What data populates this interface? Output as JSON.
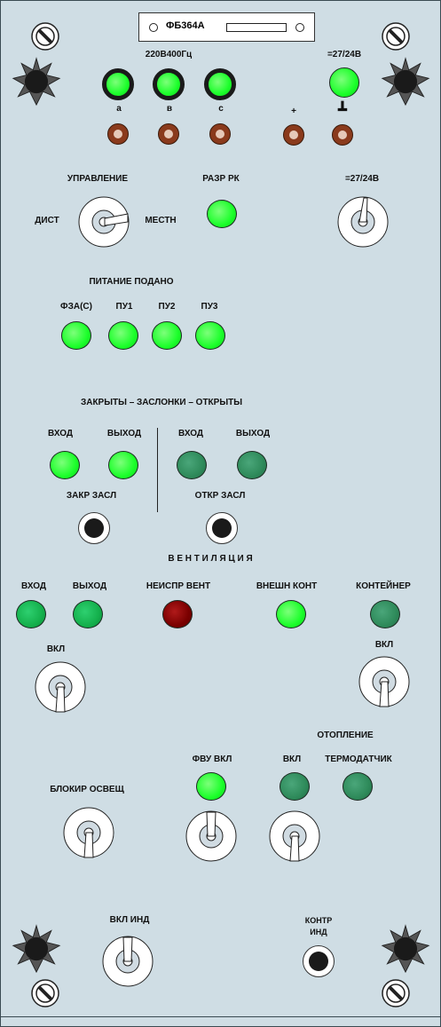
{
  "header": {
    "model": "ФБ364А"
  },
  "supply": {
    "voltage_ac": "220В400Гц",
    "phases": [
      "а",
      "в",
      "с"
    ],
    "voltage_dc": "=27/24В",
    "plus": "+",
    "ground": "┻"
  },
  "control": {
    "title": "УПРАВЛЕНИЕ",
    "left": "ДИСТ",
    "right": "МЕСТН",
    "razr": "РАЗР РК",
    "dc_switch": "=27/24В"
  },
  "power": {
    "title": "ПИТАНИЕ ПОДАНО",
    "items": [
      "ФЗА(С)",
      "ПУ1",
      "ПУ2",
      "ПУ3"
    ]
  },
  "dampers": {
    "title": "ЗАКРЫТЫ – ЗАСЛОНКИ – ОТКРЫТЫ",
    "closed_in": "ВХОД",
    "closed_out": "ВЫХОД",
    "open_in": "ВХОД",
    "open_out": "ВЫХОД",
    "close_btn": "ЗАКР ЗАСЛ",
    "open_btn": "ОТКР ЗАСЛ"
  },
  "vent": {
    "title": "В Е Н Т И Л Я Ц И Я",
    "in": "ВХОД",
    "out": "ВЫХОД",
    "fault": "НЕИСПР ВЕНТ",
    "ext": "ВНЕШН КОНТ",
    "container": "КОНТЕЙНЕР",
    "on_left": "ВКЛ",
    "on_right": "ВКЛ"
  },
  "heating": {
    "title": "ОТОПЛЕНИЕ",
    "fvu": "ФВУ ВКЛ",
    "on": "ВКЛ",
    "thermo": "ТЕРМОДАТЧИК",
    "block": "БЛОКИР ОСВЕЩ"
  },
  "bottom": {
    "ind_on": "ВКЛ ИНД",
    "ctrl_line1": "КОНТР",
    "ctrl_line2": "ИНД"
  },
  "colors": {
    "panel": "#cfdde4",
    "lamp_on": "#1bff2a",
    "lamp_dark": "#2e8a5a",
    "lamp_fault": "#7a0000"
  }
}
